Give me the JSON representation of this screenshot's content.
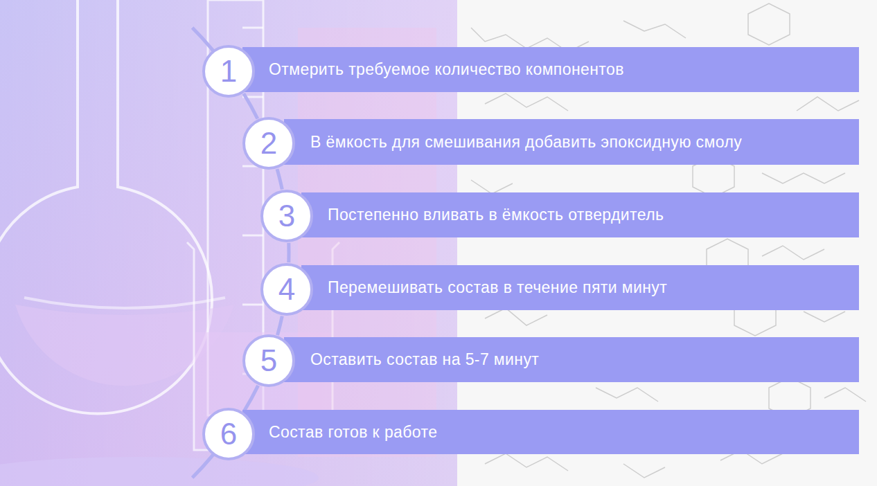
{
  "diagram": {
    "nodes": [
      {
        "text": [
          "Отмерить требуемое количество компонентов"
        ]
      },
      {
        "text": [
          "1"
        ],
        "in": 0
      },
      {
        "text": [
          "В ёмкость для смешивания добавить эпоксидную смолу"
        ]
      },
      {
        "text": [
          "2"
        ],
        "in": 2
      },
      {
        "text": [
          "Постепенно вливать в ёмкость отвердитель"
        ]
      },
      {
        "text": [
          "3"
        ],
        "in": 4
      },
      {
        "text": [
          "Перемешивать состав в течение пяти минут"
        ]
      },
      {
        "text": [
          "4"
        ],
        "in": 6
      },
      {
        "text": [
          "Оставить состав на 5-7 минут"
        ]
      },
      {
        "text": [
          "5"
        ],
        "in": 8
      },
      {
        "text": [
          "Состав готов к работе"
        ]
      },
      {
        "text": [
          "6"
        ],
        "in": 10
      }
    ],
    "edges": [
      {
        "from": 1,
        "to": 3,
        "arrow": "none"
      },
      {
        "from": 3,
        "to": 5,
        "arrow": "none"
      },
      {
        "from": 5,
        "to": 7,
        "arrow": "none"
      },
      {
        "from": 7,
        "to": 9,
        "arrow": "none"
      },
      {
        "from": 9,
        "to": 11,
        "arrow": "none"
      }
    ]
  }
}
